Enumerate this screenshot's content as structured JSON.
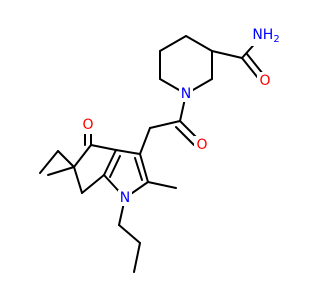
{
  "structure": {
    "atoms": {
      "amide_n": "NH",
      "amide_n_subscript": "2",
      "amide_o": "O",
      "piperidine_n": "N",
      "acyl_o": "O",
      "ketone_o": "O",
      "indole_n": "N"
    },
    "colors": {
      "nitrogen": "#0000FF",
      "oxygen": "#FF0000",
      "bond": "#000000",
      "background": "#FFFFFF"
    }
  }
}
